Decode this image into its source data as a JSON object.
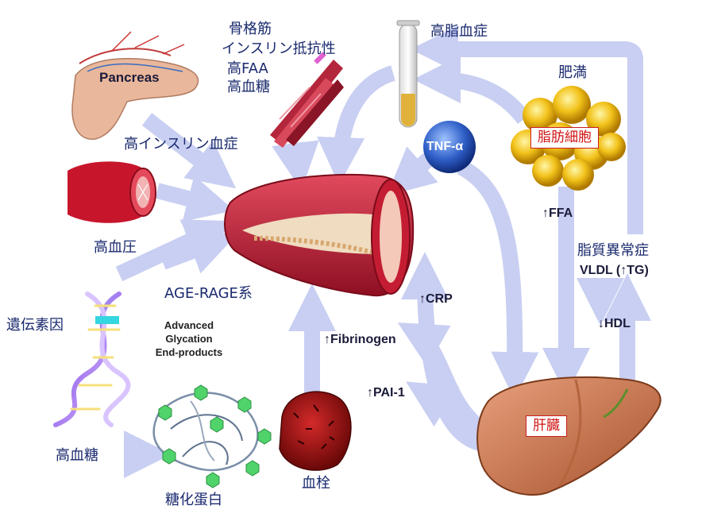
{
  "labels": {
    "skeletal_muscle": "骨格筋",
    "insulin_resistance": "インスリン抵抗性",
    "high_faa": "高FAA",
    "hyperglycemia_top": "高血糖",
    "hyperlipidemia": "高脂血症",
    "obesity": "肥満",
    "pancreas": "Pancreas",
    "hyperinsulinemia": "高インスリン血症",
    "tnf_alpha": "TNF-α",
    "adipocyte": "脂肪細胞",
    "ffa": "↑FFA",
    "hypertension": "高血圧",
    "dyslipidemia": "脂質異常症",
    "vldl": "VLDL (↑TG)",
    "hdl": "↓HDL",
    "age_rage": "AGE-RAGE系",
    "crp": "↑CRP",
    "genetic_factors": "遺伝素因",
    "advanced_line1": "Advanced",
    "advanced_line2": "Glycation",
    "advanced_line3": "End-products",
    "fibrinogen": "↑Fibrinogen",
    "pai1": "↑PAI-1",
    "liver": "肝臓",
    "hyperglycemia_bottom": "高血糖",
    "glycated_protein": "糖化蛋白",
    "thrombus": "血栓"
  },
  "colors": {
    "arrow": "#c9cff2",
    "label_blue": "#1a2a6e",
    "box_red": "#d01515"
  }
}
